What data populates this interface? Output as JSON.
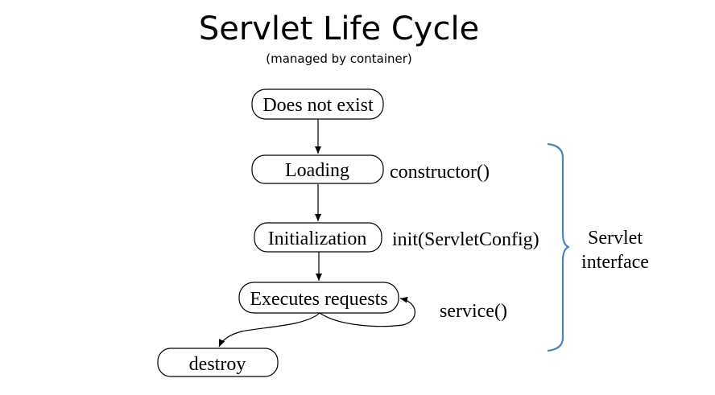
{
  "title": "Servlet Life Cycle",
  "subtitle": "(managed by container)",
  "nodes": {
    "not_exist": "Does not exist",
    "loading": "Loading",
    "initialization": "Initialization",
    "executes": "Executes requests",
    "destroy": "destroy"
  },
  "methods": {
    "constructor": "constructor()",
    "init": "init(ServletConfig)",
    "service": "service()"
  },
  "interface_label": {
    "line1": "Servlet",
    "line2": "interface"
  },
  "colors": {
    "brace": "#4f81bd",
    "stroke": "#000000"
  }
}
